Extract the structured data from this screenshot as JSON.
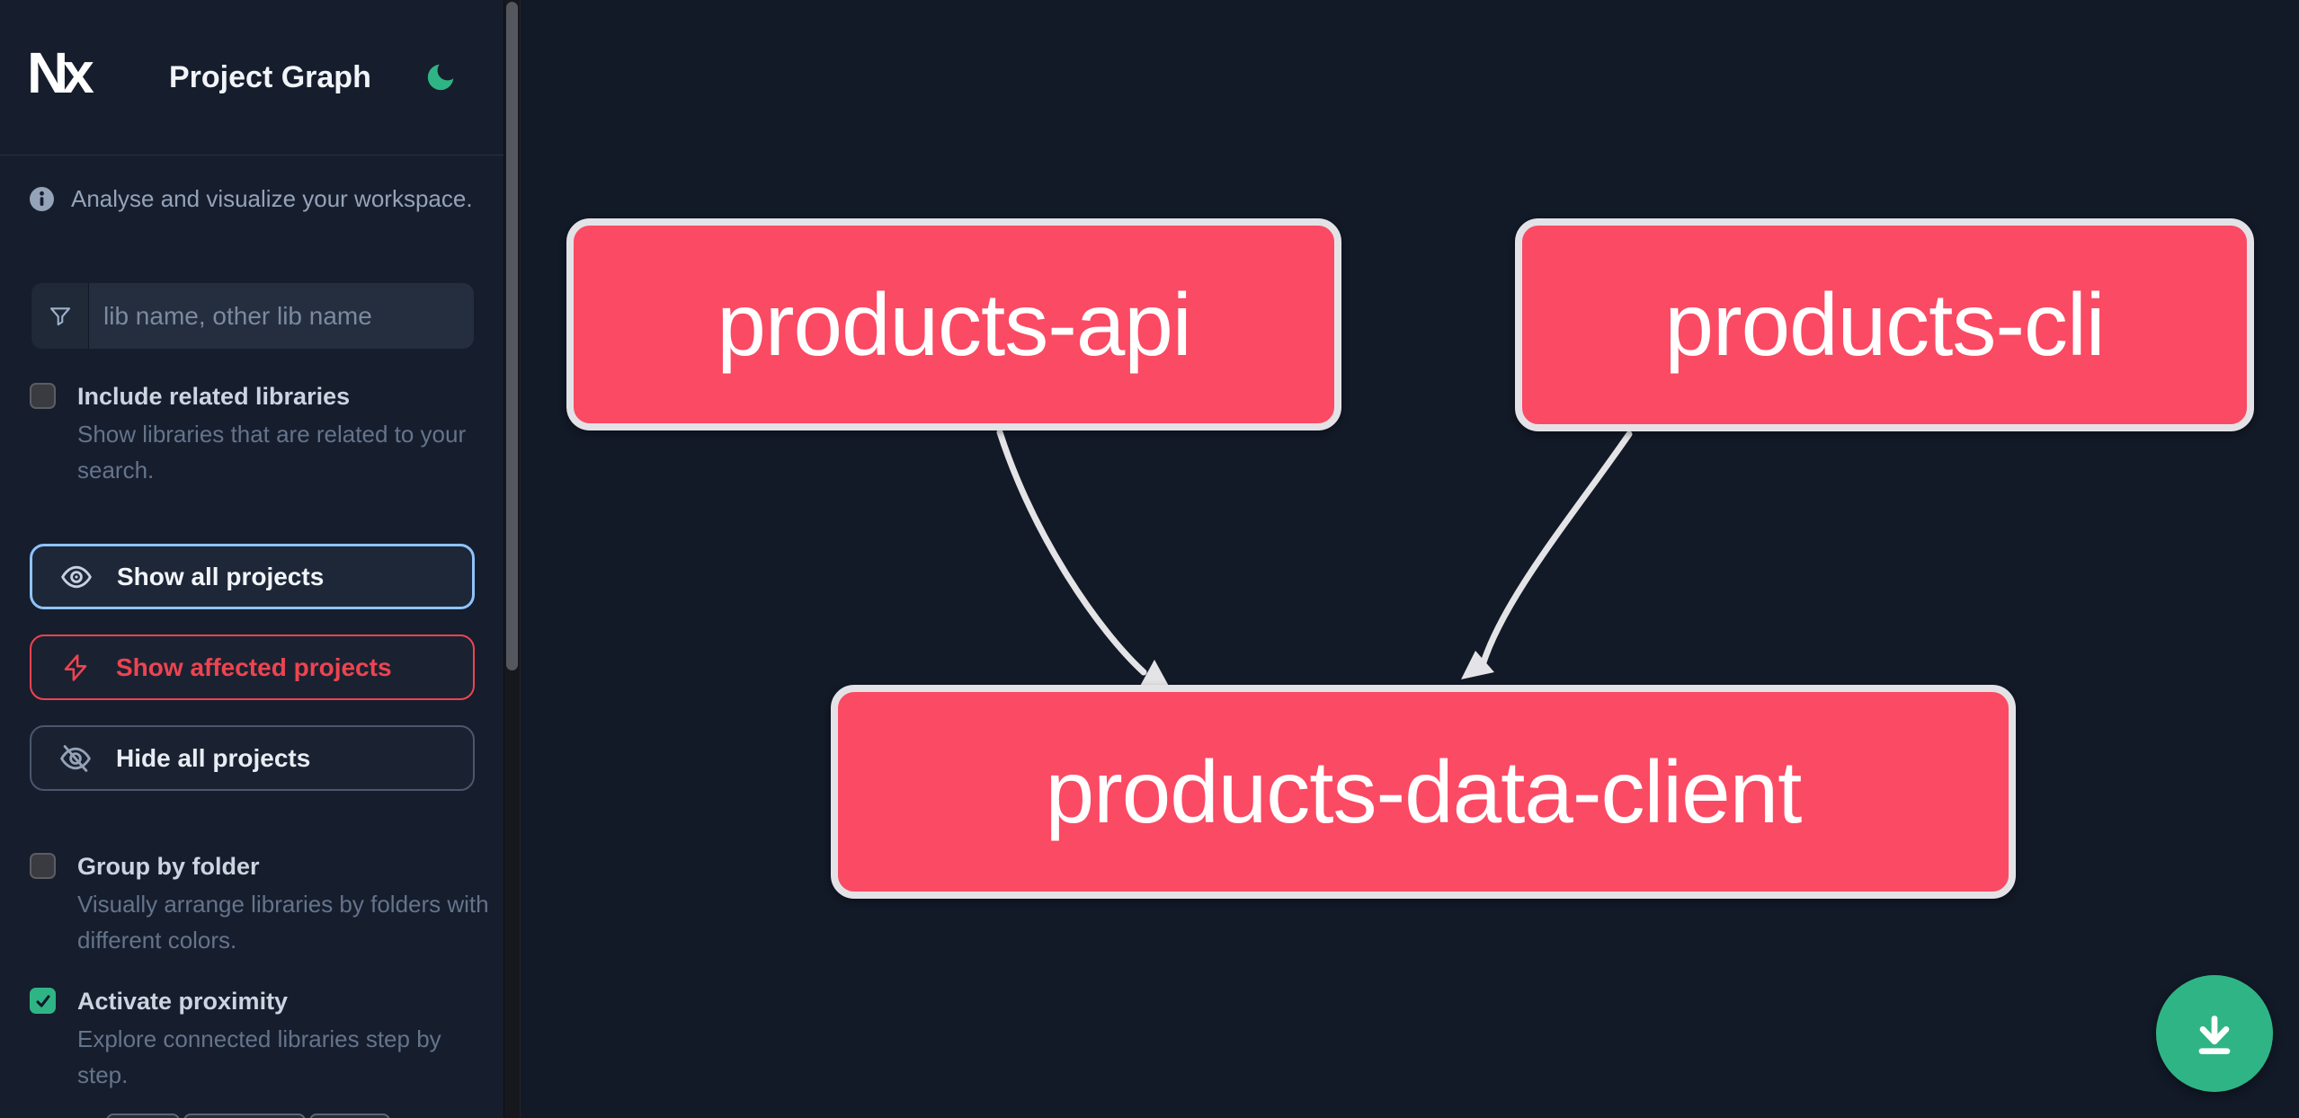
{
  "header": {
    "logo_text": "Nx",
    "title": "Project Graph",
    "theme_icon": "moon-icon"
  },
  "sidebar": {
    "tagline": "Analyse and visualize your workspace.",
    "search": {
      "placeholder": "lib name, other lib name",
      "value": ""
    },
    "actions": [
      {
        "label": "Show all projects",
        "state": "focused",
        "icon": "eye-icon"
      },
      {
        "label": "Show affected projects",
        "state": "affected",
        "icon": "bolt-icon"
      },
      {
        "label": "Hide all projects",
        "state": "default",
        "icon": "eye-off-icon"
      }
    ],
    "options": [
      {
        "label": "Include related libraries",
        "description": "Show libraries that are related to your search.",
        "checked": false
      },
      {
        "label": "Group by folder",
        "description": "Visually arrange libraries by folders with different colors.",
        "checked": false
      },
      {
        "label": "Activate proximity",
        "description": "Explore connected libraries step by step.",
        "checked": true
      }
    ]
  },
  "graph": {
    "nodes": [
      {
        "id": "products-api",
        "label": "products-api"
      },
      {
        "id": "products-cli",
        "label": "products-cli"
      },
      {
        "id": "products-data-client",
        "label": "products-data-client"
      }
    ],
    "edges": [
      {
        "source": "products-api",
        "target": "products-data-client"
      },
      {
        "source": "products-cli",
        "target": "products-data-client"
      }
    ]
  },
  "fab": {
    "icon": "download-icon"
  },
  "colors": {
    "canvas_bg": "#121927",
    "sidebar_bg": "#161d2d",
    "node_fill": "#fb4a63",
    "node_border": "#e3e3e7",
    "edge": "#e4e4e7",
    "affected_red": "#ee4450",
    "focus_blue": "#8fc3fc",
    "accent_green": "#2fb585",
    "muted_text": "#64748b"
  }
}
